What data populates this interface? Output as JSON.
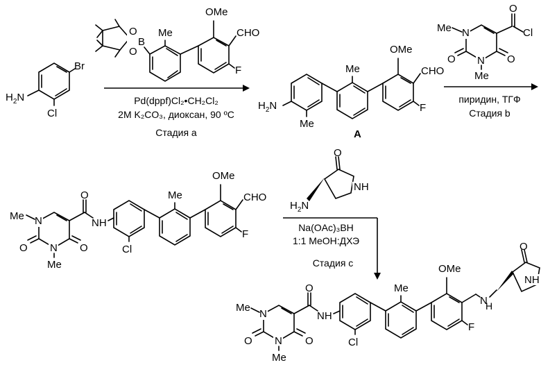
{
  "atoms": {
    "nh2": "NH2",
    "cl": "Cl",
    "br": "Br",
    "me": "Me",
    "ome": "OMe",
    "cho": "CHO",
    "f": "F",
    "o": "O",
    "b": "B",
    "n": "N",
    "nh": "NH",
    "h2n": "H2N",
    "h2n_label": "H₂N",
    "h2n_amine": "H₂N"
  },
  "step_a": {
    "catalyst": "Pd(dppf)Cl₂•CH₂Cl₂",
    "base": "2M K₂CO₃, диоксан, 90 ºC",
    "label": "Стадия a"
  },
  "compound_label": "A",
  "step_b": {
    "reagents": "пиридин, ТГФ",
    "label": "Стадия b"
  },
  "step_c": {
    "reductant": "Na(OAc)₃BH",
    "solvent": "1:1 MeOH:ДХЭ",
    "label": "Стадия c"
  }
}
